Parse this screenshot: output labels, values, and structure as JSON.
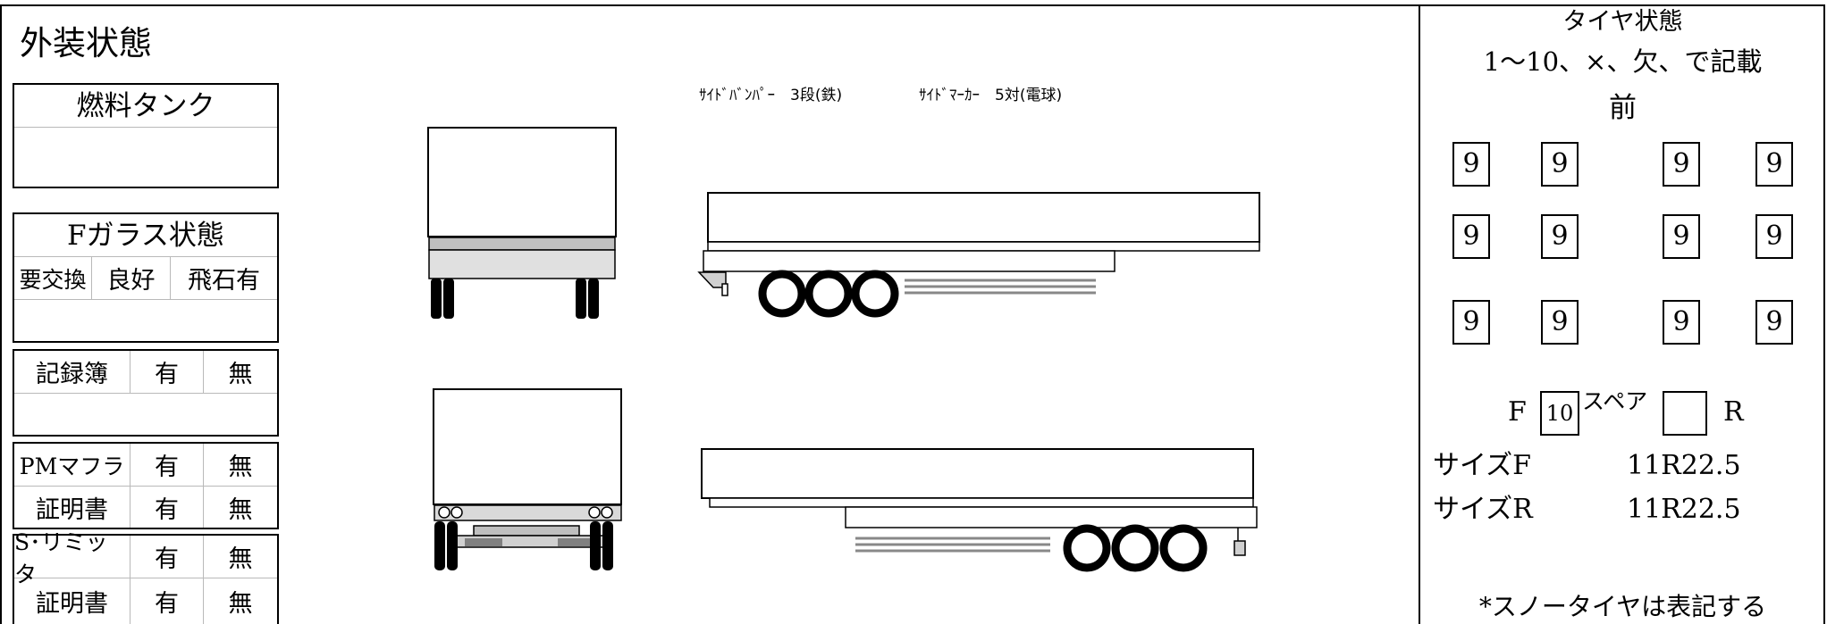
{
  "exterior": {
    "title": "外装状態",
    "fuel_tank": {
      "label": "燃料タンク",
      "note": ""
    },
    "f_glass": {
      "label": "Fガラス状態",
      "options": [
        "要交換",
        "良好",
        "飛石有"
      ],
      "note": ""
    },
    "logbook": {
      "label": "記録簿",
      "yes": "有",
      "no": "無",
      "note": ""
    },
    "pm_muffler": {
      "label": "PMマフラ",
      "yes": "有",
      "no": "無"
    },
    "pm_certificate": {
      "label": "証明書",
      "yes": "有",
      "no": "無"
    },
    "speed_limiter": {
      "label": "S･リミッタ",
      "yes": "有",
      "no": "無"
    },
    "sl_certificate": {
      "label": "証明書",
      "yes": "有",
      "no": "無"
    }
  },
  "trailer_notes": {
    "side_bumper": "ｻｲﾄﾞﾊﾞﾝﾊﾟｰ　3段(鉄)",
    "side_marker": "ｻｲﾄﾞﾏｰｶｰ　5対(電球)"
  },
  "tires": {
    "title": "タイヤ状態",
    "instructions": "1〜10、×、欠、で記載",
    "front_label": "前",
    "rows": [
      [
        "9",
        "9",
        "9",
        "9"
      ],
      [
        "9",
        "9",
        "9",
        "9"
      ],
      [
        "9",
        "9",
        "9",
        "9"
      ]
    ],
    "front_label_letter": "F",
    "front_value": "10",
    "spare_label": "スペア",
    "spare_value": "",
    "rear_label_letter": "R",
    "size_f_label": "サイズF",
    "size_f_value": "11R22.5",
    "size_r_label": "サイズR",
    "size_r_value": "11R22.5",
    "snow_note": "*スノータイヤは表記する"
  }
}
